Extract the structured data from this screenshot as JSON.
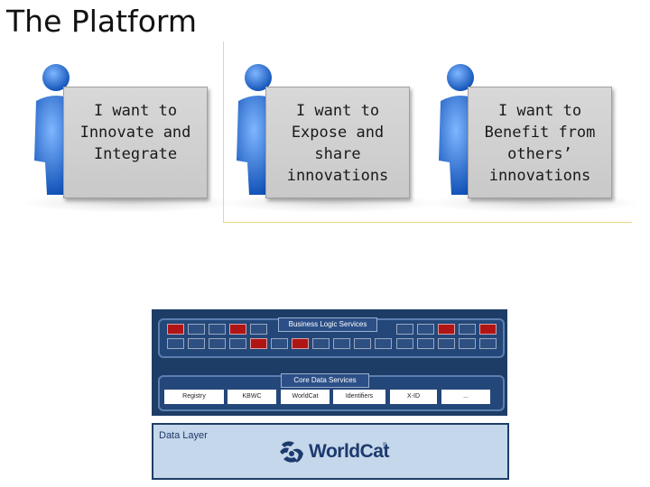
{
  "slide": {
    "title": "The Platform"
  },
  "panels": [
    {
      "lines": [
        "I want to",
        "Innovate and",
        "Integrate"
      ]
    },
    {
      "lines": [
        "I want to",
        "Expose  and",
        "share",
        "innovations"
      ]
    },
    {
      "lines": [
        "I want to",
        "Benefit from",
        "others’",
        "innovations"
      ]
    }
  ],
  "architecture": {
    "business_logic_label": "Business Logic Services",
    "core_data_label": "Core Data Services",
    "services": [
      "Registry",
      "KBWC",
      "WorldCat",
      "Identifiers",
      "X-ID",
      "..."
    ],
    "data_layer_label": "Data Layer",
    "logo_text": "WorldCat",
    "logo_mark": "®"
  },
  "colors": {
    "figure_blue": "#1a63c9",
    "arch_navy": "#1d3d66",
    "highlight_red": "#b01515",
    "data_layer_bg": "#c5d7ea"
  }
}
